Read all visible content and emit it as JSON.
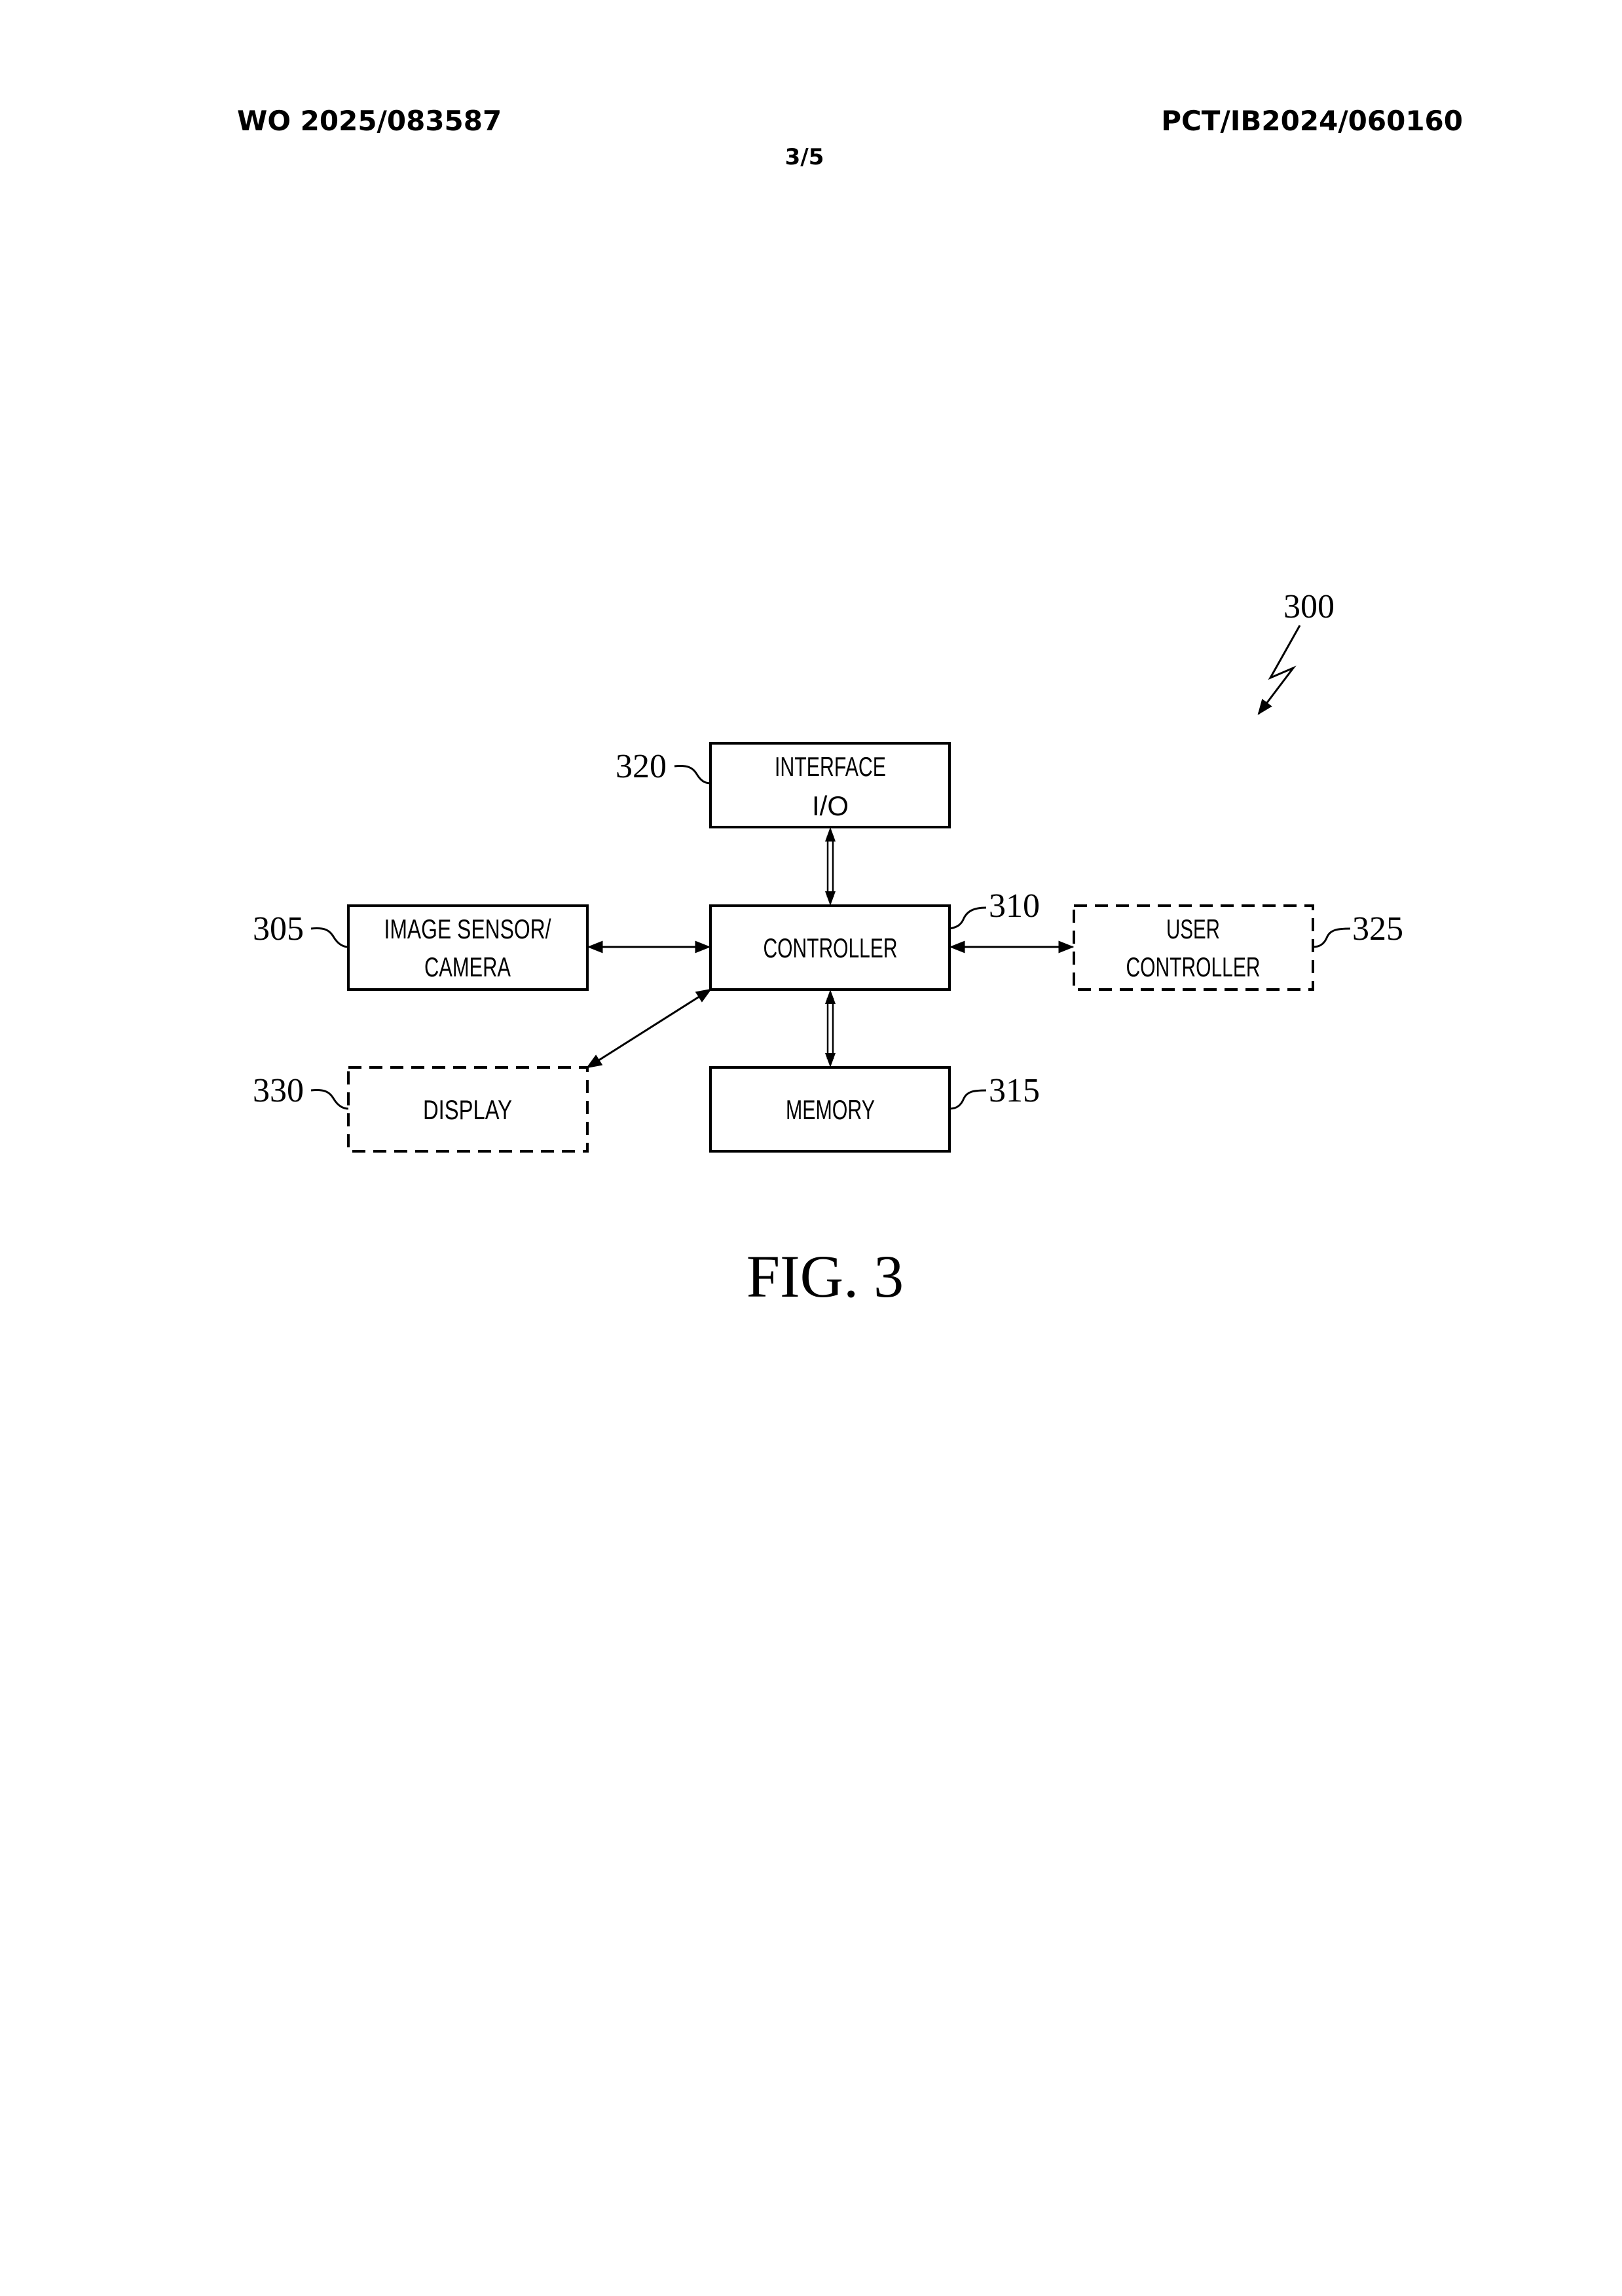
{
  "header": {
    "publication_number": "WO 2025/083587",
    "application_number": "PCT/IB2024/060160",
    "sheet": "3/5"
  },
  "figure": {
    "caption": "FIG. 3",
    "system_ref": "300",
    "blocks": {
      "interface": {
        "ref": "320",
        "line1": "INTERFACE",
        "line2": "I/O",
        "style": "solid"
      },
      "camera": {
        "ref": "305",
        "line1": "IMAGE SENSOR/",
        "line2": "CAMERA",
        "style": "solid"
      },
      "controller": {
        "ref": "310",
        "line1": "CONTROLLER",
        "style": "solid"
      },
      "user_controller": {
        "ref": "325",
        "line1": "USER",
        "line2": "CONTROLLER",
        "style": "dashed"
      },
      "display": {
        "ref": "330",
        "line1": "DISPLAY",
        "style": "dashed"
      },
      "memory": {
        "ref": "315",
        "line1": "MEMORY",
        "style": "solid"
      }
    }
  }
}
